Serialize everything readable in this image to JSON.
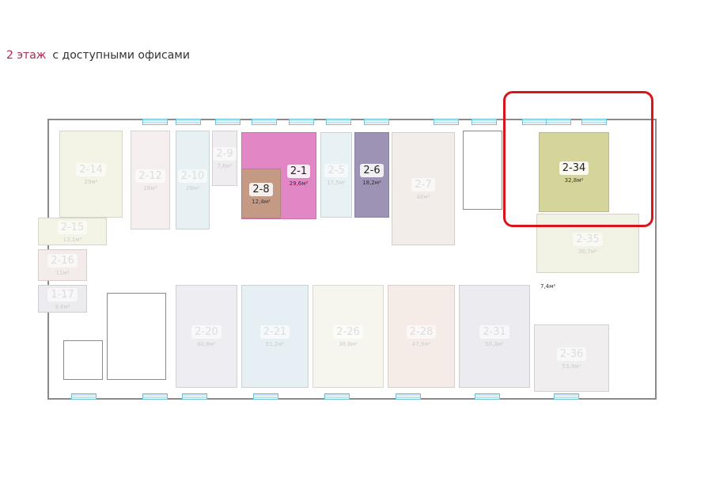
{
  "header": {
    "floor": "2 этаж",
    "subtitle": "с доступными офисами"
  },
  "colors": {
    "highlight": "#d9141b",
    "floor_label": "#b5264f"
  },
  "rooms": [
    {
      "id": "2-14",
      "area": "29м²",
      "color": "#f3f3e6",
      "available": false
    },
    {
      "id": "2-12",
      "area": "26м²",
      "color": "#f5eeee",
      "available": false
    },
    {
      "id": "2-10",
      "area": "29м²",
      "color": "#e7f0f3",
      "available": false
    },
    {
      "id": "2-9",
      "area": "7,6м²",
      "color": "#f0edf0",
      "available": false
    },
    {
      "id": "2-1",
      "area": "29,6м²",
      "color": "#e187c6",
      "available": true
    },
    {
      "id": "2-8",
      "area": "12,4м²",
      "color": "#c49a85",
      "available": true
    },
    {
      "id": "2-5",
      "area": "17,5м²",
      "color": "#e8f1f4",
      "available": false
    },
    {
      "id": "2-6",
      "area": "18,2м²",
      "color": "#9d93b5",
      "available": true
    },
    {
      "id": "2-7",
      "area": "48м²",
      "color": "#f3ede9",
      "available": false
    },
    {
      "id": "2-34",
      "area": "32,8м²",
      "color": "#d5d49a",
      "available": true
    },
    {
      "id": "2-35",
      "area": "30,7м²",
      "color": "#f1f1e4",
      "available": false
    },
    {
      "id": "2-15",
      "area": "13,1м²",
      "color": "#f3f3e6",
      "available": false
    },
    {
      "id": "2-16",
      "area": "11м²",
      "color": "#f3ecea",
      "available": false
    },
    {
      "id": "1-17",
      "area": "9,6м²",
      "color": "#ebebf0",
      "available": false
    },
    {
      "id": "2-20",
      "area": "40,8м²",
      "color": "#eeedf2",
      "available": false
    },
    {
      "id": "2-21",
      "area": "51,2м²",
      "color": "#e6f0f4",
      "available": false
    },
    {
      "id": "2-26",
      "area": "38,6м²",
      "color": "#f6f6ee",
      "available": false
    },
    {
      "id": "2-28",
      "area": "47,9м²",
      "color": "#f5ece8",
      "available": false
    },
    {
      "id": "2-31",
      "area": "50,3м²",
      "color": "#ebebf0",
      "available": false
    },
    {
      "id": "2-36",
      "area": "53,4м²",
      "color": "#f0eeee",
      "available": false
    }
  ],
  "corridor_area": "7,4м²"
}
